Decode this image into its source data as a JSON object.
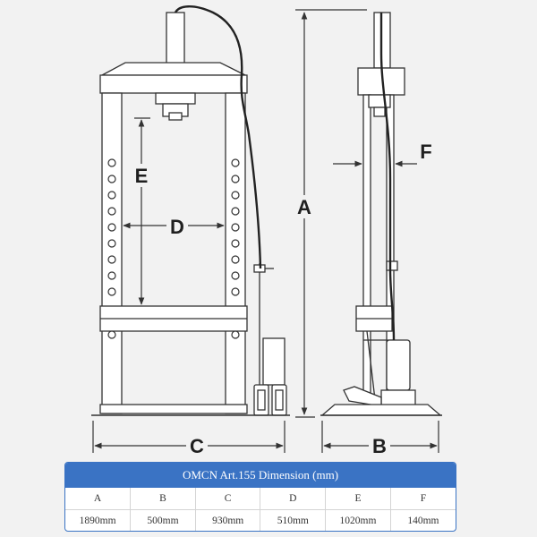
{
  "diagram": {
    "labels": {
      "a": "A",
      "b": "B",
      "c": "C",
      "d": "D",
      "e": "E",
      "f": "F"
    },
    "colors": {
      "frame_fill": "#ffffff",
      "frame_stroke": "#333333",
      "dimension_line": "#333333",
      "hose": "#222222"
    }
  },
  "spec_table": {
    "caption": "OMCN Art.155 Dimension (mm)",
    "headers": [
      "A",
      "B",
      "C",
      "D",
      "E",
      "F"
    ],
    "values": [
      "1890mm",
      "500mm",
      "930mm",
      "510mm",
      "1020mm",
      "140mm"
    ],
    "colors": {
      "header_bg": "#3a73c4",
      "header_text": "#ffffff"
    }
  }
}
